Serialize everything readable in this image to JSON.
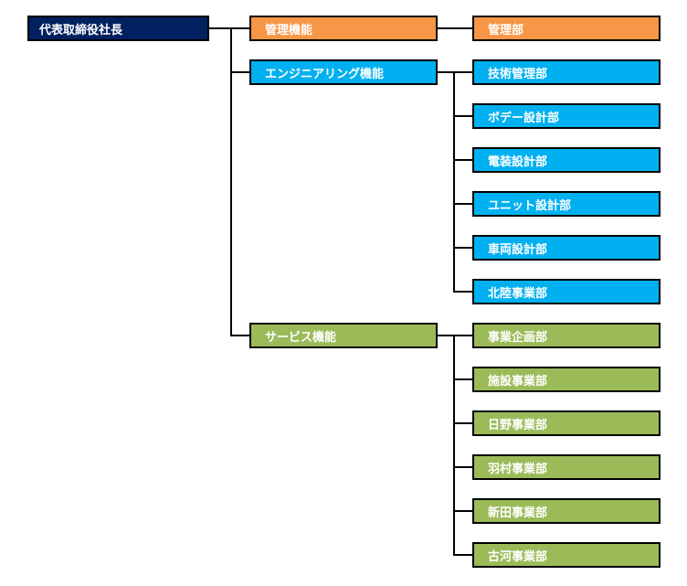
{
  "org": {
    "root": {
      "label": "代表取締役社長",
      "color": "#002060"
    },
    "branches": [
      {
        "label": "管理機能",
        "color": "#F79646",
        "departments": [
          "管理部"
        ]
      },
      {
        "label": "エンジニアリング機能",
        "color": "#00B0F0",
        "departments": [
          "技術管理部",
          "ボデー設計部",
          "電装設計部",
          "ユニット設計部",
          "車両設計部",
          "北陸事業部"
        ]
      },
      {
        "label": "サービス機能",
        "color": "#9BBB59",
        "departments": [
          "事業企画部",
          "施設事業部",
          "日野事業部",
          "羽村事業部",
          "新田事業部",
          "古河事業部"
        ]
      }
    ],
    "line_color": "#000000",
    "text_color": "#FFFFFF"
  }
}
